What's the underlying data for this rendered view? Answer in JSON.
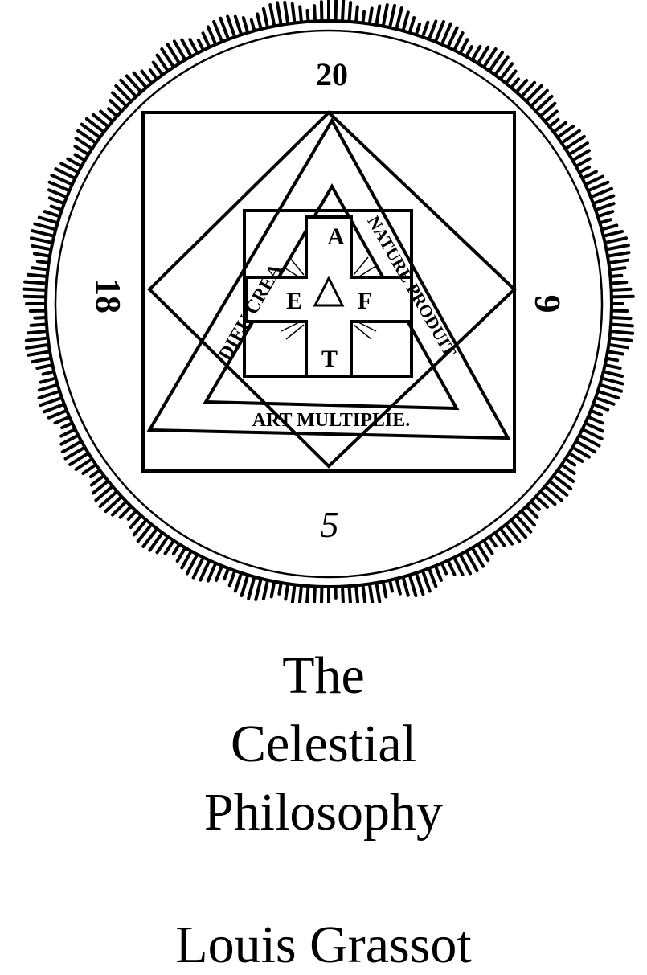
{
  "emblem": {
    "numbers": {
      "top": "20",
      "left": "18",
      "right": "6",
      "bottom": "5"
    },
    "center_letters": {
      "top": "A",
      "left": "E",
      "right": "F",
      "bottom": "T"
    },
    "triangle_text": {
      "left_side": "DIEU CREA",
      "right_side": "NATURE PRODUIT",
      "base": "ART MULTIPLIE."
    }
  },
  "title": {
    "line1": "The",
    "line2": "Celestial",
    "line3": "Philosophy"
  },
  "author": "Louis Grassot"
}
